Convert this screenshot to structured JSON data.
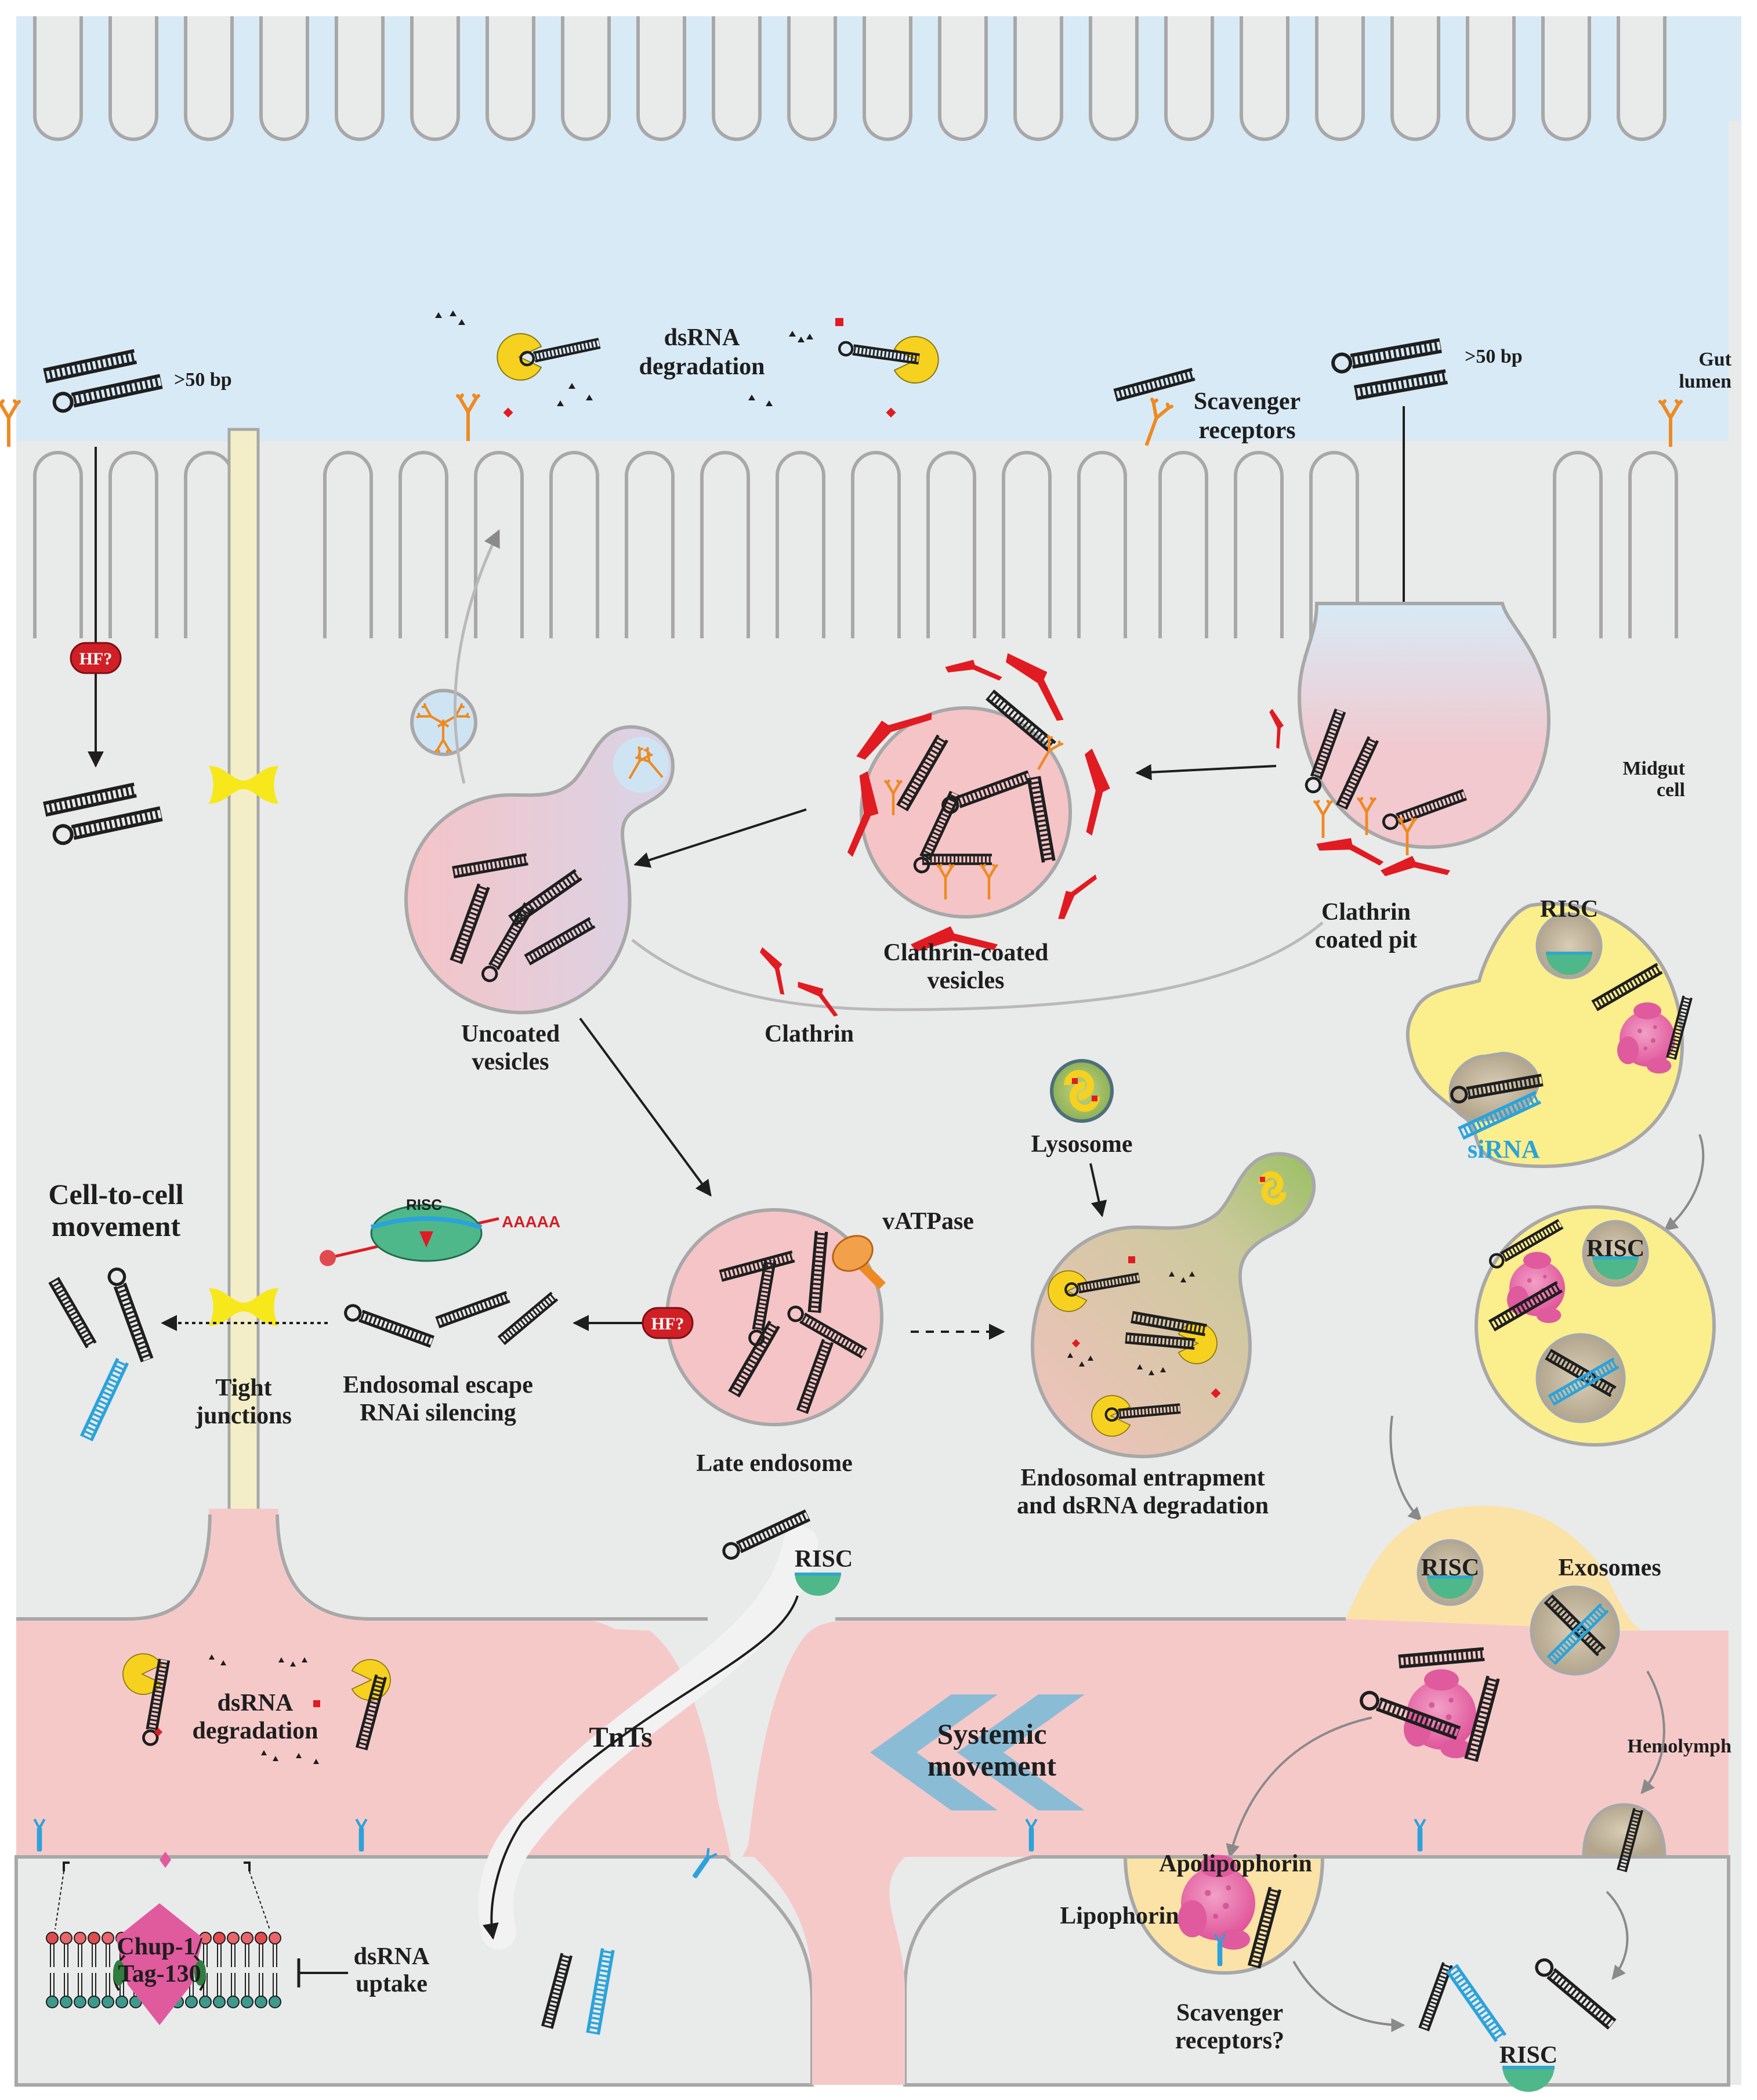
{
  "labels": {
    "bp_left": ">50 bp",
    "bp_right": ">50 bp",
    "dsrna_deg_top_1": "dsRNA",
    "dsrna_deg_top_2": "degradation",
    "scavenger_1": "Scavenger",
    "scavenger_2": "receptors",
    "gut_1": "Gut",
    "gut_2": "lumen",
    "hf_1": "HF?",
    "hf_2": "HF?",
    "midgut_1": "Midgut",
    "midgut_2": "cell",
    "clathrin_pit_1": "Clathrin",
    "clathrin_pit_2": "coated pit",
    "clathrin_ves_1": "Clathrin-coated",
    "clathrin_ves_2": "vesicles",
    "uncoated_1": "Uncoated",
    "uncoated_2": "vesicles",
    "clathrin": "Clathrin",
    "risc_1": "RISC",
    "risc_2": "RISC",
    "risc_3": "RISC",
    "risc_4": "RISC",
    "risc_5": "RISC",
    "risc_6": "RISC",
    "sirna": "siRNA",
    "lysosome": "Lysosome",
    "vatpase": "vATPase",
    "aaaaa": "AAAAA",
    "cell_to_cell_1": "Cell-to-cell",
    "cell_to_cell_2": "movement",
    "tight_1": "Tight",
    "tight_2": "junctions",
    "escape_1": "Endosomal escape",
    "escape_2": "RNAi silencing",
    "late_endosome": "Late endosome",
    "entrap_1": "Endosomal entrapment",
    "entrap_2": "and dsRNA degradation",
    "exosomes": "Exosomes",
    "dsrna_deg_bot_1": "dsRNA",
    "dsrna_deg_bot_2": "degradation",
    "tnts": "TnTs",
    "systemic_1": "Systemic",
    "systemic_2": "movement",
    "hemolymph": "Hemolymph",
    "apolipophorin": "Apolipophorin",
    "lipophorin": "Lipophorin",
    "scav_q_1": "Scavenger",
    "scav_q_2": "receptors?",
    "chup_1": "Chup-1/",
    "chup_2": "Tag-130",
    "uptake_1": "dsRNA",
    "uptake_2": "uptake"
  },
  "colors": {
    "gut_lumen": "#d8eaf6",
    "cell": "#e9eaea",
    "hemolymph": "#f6c9c9",
    "membrane": "#a8a8a8",
    "tight_junction": "#f7e81c",
    "clathrin": "#e11b22",
    "receptor": "#ee8a22",
    "exosome_body": "#fbee8c",
    "risc": "#4fb88a",
    "sirna": "#2ba3da",
    "lipophorin": "#e05a9e",
    "arrow_systemic": "#8bbcd6"
  }
}
